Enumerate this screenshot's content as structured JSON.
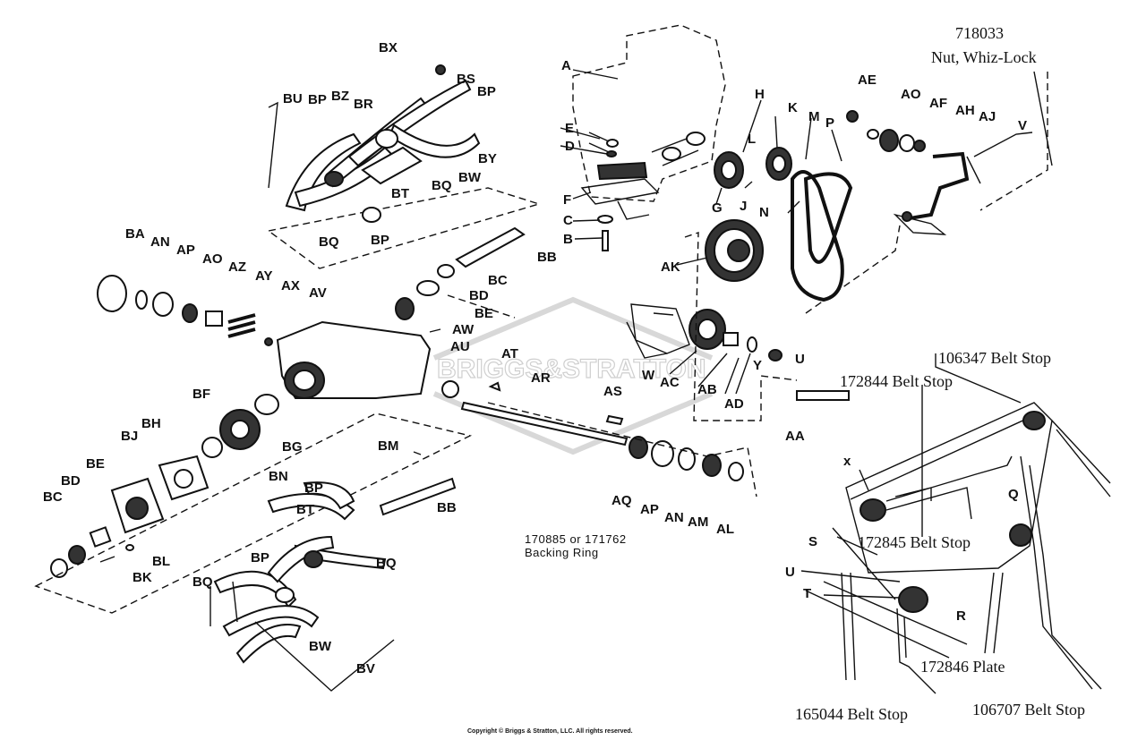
{
  "labels": {
    "A": "A",
    "AA": "AA",
    "AB": "AB",
    "AC": "AC",
    "AD": "AD",
    "AE": "AE",
    "AF": "AF",
    "AH": "AH",
    "AJ": "AJ",
    "AK": "AK",
    "AL": "AL",
    "AM": "AM",
    "AN": "AN",
    "AO": "AO",
    "AP": "AP",
    "AQ": "AQ",
    "AR": "AR",
    "AS": "AS",
    "AT": "AT",
    "AU": "AU",
    "AV": "AV",
    "AW": "AW",
    "AX": "AX",
    "AY": "AY",
    "AZ": "AZ",
    "B": "B",
    "BA": "BA",
    "BB": "BB",
    "BC": "BC",
    "BD": "BD",
    "BE": "BE",
    "BF": "BF",
    "BG": "BG",
    "BH": "BH",
    "BJ": "BJ",
    "BK": "BK",
    "BL": "BL",
    "BM": "BM",
    "BN": "BN",
    "BP": "BP",
    "BQ": "BQ",
    "BR": "BR",
    "BS": "BS",
    "BT": "BT",
    "BU": "BU",
    "BV": "BV",
    "BW": "BW",
    "BX": "BX",
    "BY": "BY",
    "BZ": "BZ",
    "C": "C",
    "D": "D",
    "E": "E",
    "F": "F",
    "G": "G",
    "H": "H",
    "J": "J",
    "K": "K",
    "L": "L",
    "M": "M",
    "N": "N",
    "P": "P",
    "Q": "Q",
    "R": "R",
    "S": "S",
    "T": "T",
    "U": "U",
    "V": "V",
    "W": "W",
    "X": "X",
    "Y": "Y"
  },
  "lower_labels": {
    "x": "x",
    "u": "U"
  },
  "callouts": {
    "nut_part_no": "718033",
    "nut_desc": "Nut, Whiz-Lock",
    "belt_stop_106347": "106347 Belt Stop",
    "belt_stop_172844": "172844 Belt Stop",
    "belt_stop_172845": "172845 Belt Stop",
    "plate_172846": "172846 Plate",
    "belt_stop_165044": "165044 Belt Stop",
    "belt_stop_106707": "106707 Belt Stop",
    "backing_ring_line1": "170885 or 171762",
    "backing_ring_line2": "Backing Ring"
  },
  "watermark": "BRIGGS&STRATTON",
  "copyright": "Copyright © Briggs & Stratton, LLC. All rights reserved."
}
